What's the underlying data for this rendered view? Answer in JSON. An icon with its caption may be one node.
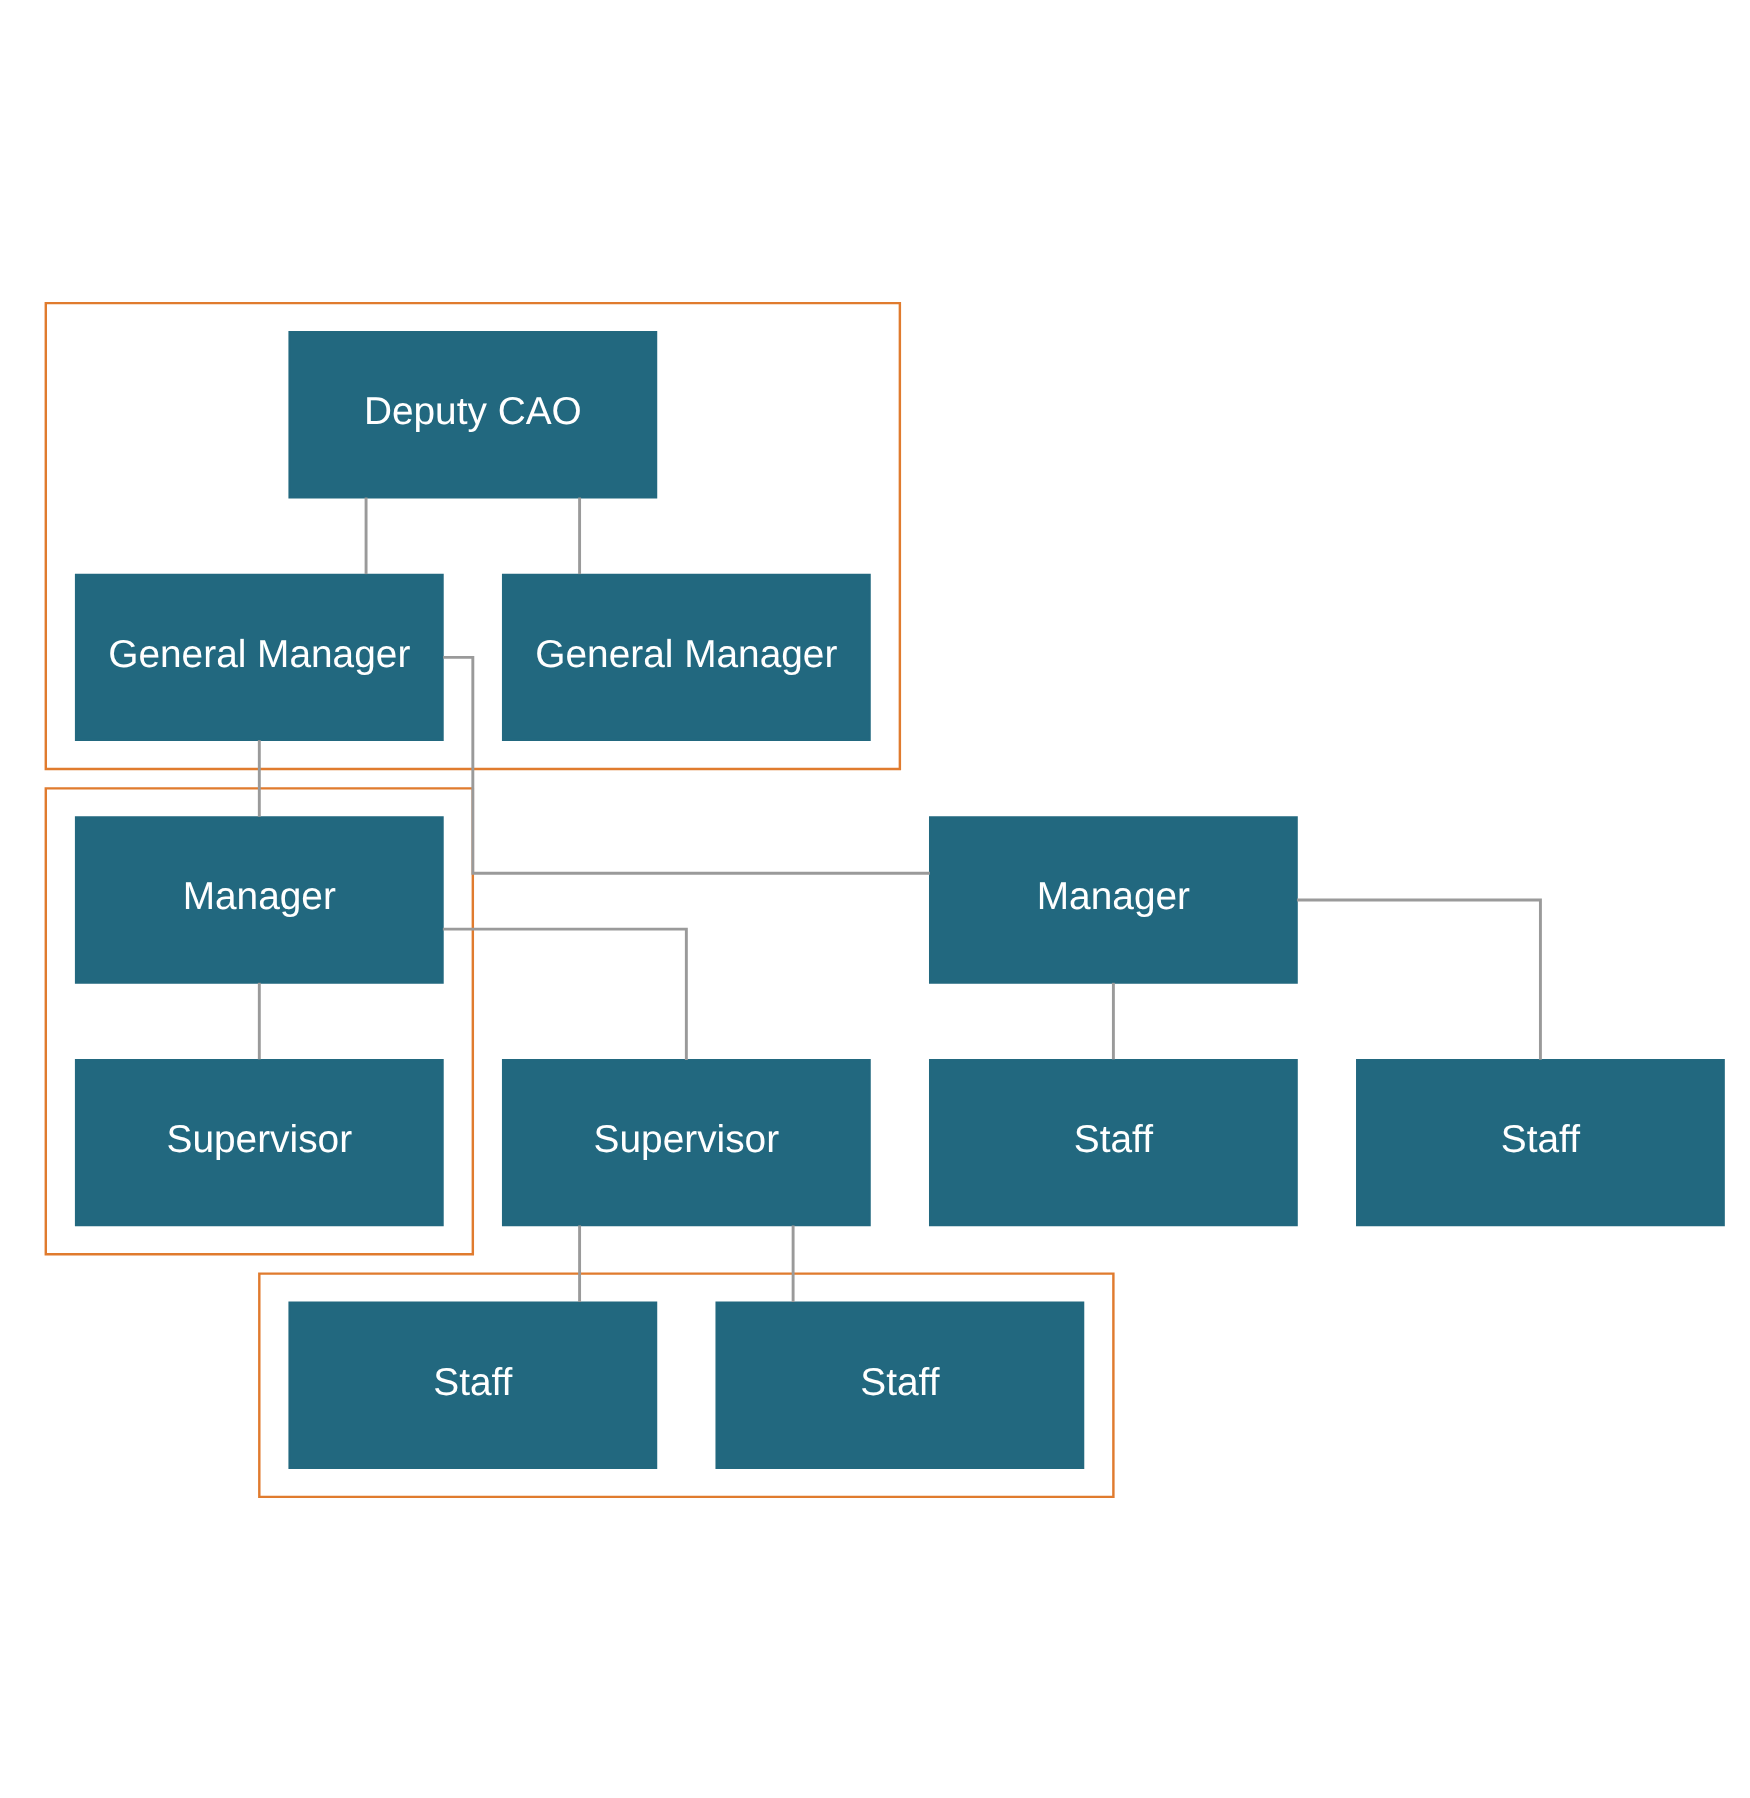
{
  "diagram": {
    "nodes": [
      {
        "text": [],
        "shape": "box"
      },
      {
        "text": [
          "Deputy CAO"
        ],
        "in": 0
      },
      {
        "text": [
          "General Manager"
        ],
        "in": 0
      },
      {
        "text": [
          "General Manager"
        ],
        "in": 0
      },
      {
        "text": [
          "Manager"
        ]
      },
      {
        "text": [
          "Staff"
        ]
      },
      {
        "text": [
          "Staff"
        ]
      },
      {
        "text": [],
        "shape": "box"
      },
      {
        "text": [
          "Manager"
        ],
        "in": 7
      },
      {
        "text": [
          "Supervisor"
        ],
        "in": 7
      },
      {
        "text": [
          "Supervisor"
        ]
      },
      {
        "text": [],
        "shape": "box"
      },
      {
        "text": [
          "Staff"
        ],
        "in": 11
      },
      {
        "text": [
          "Staff"
        ],
        "in": 11
      }
    ],
    "edges": [
      {
        "from": 1,
        "to": 2,
        "arrow": "none"
      },
      {
        "from": 1,
        "to": 3,
        "arrow": "none"
      },
      {
        "from": 2,
        "to": 4,
        "arrow": "none"
      },
      {
        "from": 2,
        "to": 8,
        "arrow": "none"
      },
      {
        "from": 4,
        "to": 5,
        "arrow": "none"
      },
      {
        "from": 4,
        "to": 6,
        "arrow": "none"
      },
      {
        "from": 8,
        "to": 9,
        "arrow": "none"
      },
      {
        "from": 8,
        "to": 10,
        "arrow": "none"
      },
      {
        "from": 10,
        "to": 12,
        "arrow": "none"
      },
      {
        "from": 10,
        "to": 13,
        "arrow": "none"
      }
    ]
  }
}
